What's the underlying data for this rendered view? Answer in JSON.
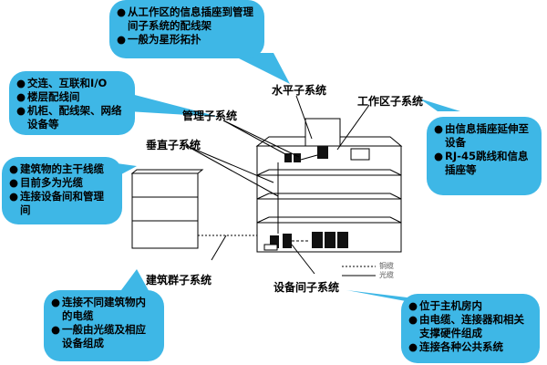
{
  "callouts": {
    "horizontal_notes": [
      "从工作区的信息插座到管理间子系统的配线架",
      "一般为星形拓扑"
    ],
    "admin_notes": [
      "交连、互联和I/O",
      "楼层配线间",
      "机柜、配线架、网络设备等"
    ],
    "backbone_notes": [
      "建筑物的主干线缆",
      "目前多为光缆",
      "连接设备间和管理间"
    ],
    "work_area_notes": [
      "由信息插座延伸至设备",
      "RJ-45跳线和信息插座等"
    ],
    "campus_notes": [
      "连接不同建筑物内的电缆",
      "一般由光缆及相应设备组成"
    ],
    "equipment_notes": [
      "位于主机房内",
      "由电缆、连接器和相关支撑硬件组成",
      "连接各种公共系统"
    ]
  },
  "labels": {
    "horizontal": "水平子系统",
    "work_area": "工作区子系统",
    "admin": "管理子系统",
    "backbone": "垂直子系统",
    "campus": "建筑群子系统",
    "equipment": "设备间子系统"
  },
  "legend": {
    "copper": "铜缆",
    "fiber": "光缆"
  },
  "colors": {
    "callout_fill": "#3eb7e6",
    "line": "#000000",
    "building_fill": "#ffffff"
  },
  "bullet": "●"
}
